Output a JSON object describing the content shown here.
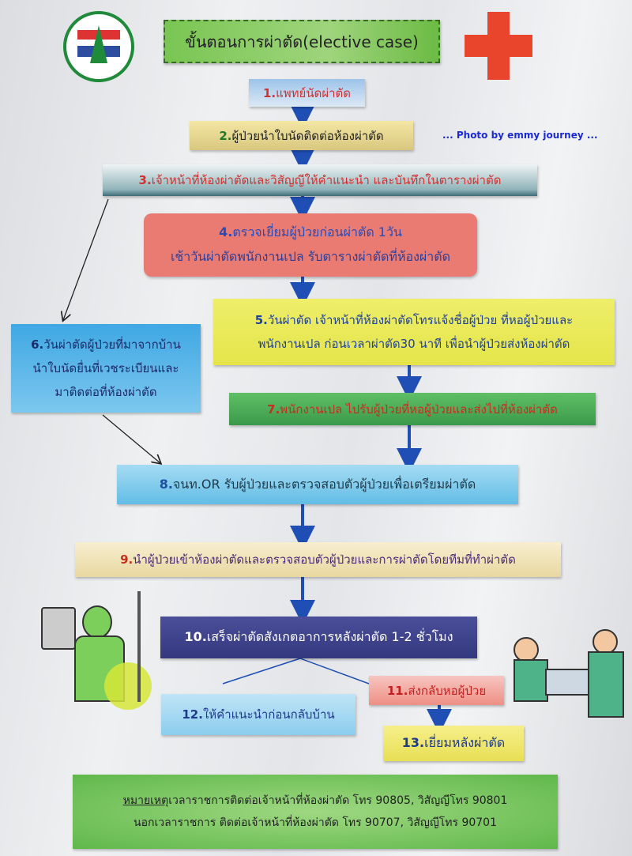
{
  "title": "ขั้นตอนการผ่าตัด(elective case)",
  "watermark": "... Photo by emmy journey ...",
  "steps": [
    {
      "num": "1.",
      "text": "แพทย์นัดผ่าตัด"
    },
    {
      "num": "2.",
      "text": "ผู้ป่วยนำใบนัดติดต่อห้องผ่าตัด"
    },
    {
      "num": "3.",
      "text": "เจ้าหน้าที่ห้องผ่าตัดและวิสัญญีให้คำแนะนำ  และบันทึกในตารางผ่าตัด"
    },
    {
      "num": "4.",
      "text": "ตรวจเยี่ยมผู้ป่วยก่อนผ่าตัด  1วัน",
      "text2": "เช้าวันผ่าตัดพนักงานเปล  รับตารางผ่าตัดที่ห้องผ่าตัด"
    },
    {
      "num": "5.",
      "text": "วันผ่าตัด  เจ้าหน้าที่ห้องผ่าตัดโทรแจ้งชื่อผู้ป่วย  ที่หอผู้ป่วยและ",
      "text2": "พนักงานเปล ก่อนเวลาผ่าตัด30 นาที เพื่อนำผู้ป่วยส่งห้องผ่าตัด"
    },
    {
      "num": "6.",
      "text": "วันผ่าตัดผู้ป่วยที่มาจากบ้าน",
      "text2": "นำใบนัดยื่นที่เวชระเบียนและ",
      "text3": "มาติดต่อที่ห้องผ่าตัด"
    },
    {
      "num": "7.",
      "text": "พนักงานเปล  ไปรับผู้ป่วยที่หอผู้ป่วยและส่งไปที่ห้องผ่าตัด"
    },
    {
      "num": "8.",
      "text": "จนท.OR รับผู้ป่วยและตรวจสอบตัวผู้ป่วยเพื่อเตรียมผ่าตัด"
    },
    {
      "num": "9.",
      "text": "นำผู้ป่วยเข้าห้องผ่าตัดและตรวจสอบตัวผู้ป่วยและการผ่าตัดโดยทีมที่ทำผ่าตัด"
    },
    {
      "num": "10.",
      "text": "เสร็จผ่าตัดสังเกตอาการหลังผ่าตัด  1-2  ชั่วโมง"
    },
    {
      "num": "11.",
      "text": "ส่งกลับหอผู้ป่วย"
    },
    {
      "num": "12.",
      "text": "ให้คำแนะนำก่อนกลับบ้าน"
    },
    {
      "num": "13.",
      "text": "เยี่ยมหลังผ่าตัด"
    }
  ],
  "note": {
    "label": "หมายเหตุ",
    "line1": "เวลาราชการติดต่อเจ้าหน้าที่ห้องผ่าตัด โทร 90805, วิสัญญีโทร 90801",
    "line2": "นอกเวลาราชการ ติดต่อเจ้าหน้าที่ห้องผ่าตัด โทร 90707, วิสัญญีโทร 90701"
  },
  "colors": {
    "arrow": "#1f4fb5",
    "cross": "#e8452c",
    "title_bg": "#6fbf4a"
  }
}
